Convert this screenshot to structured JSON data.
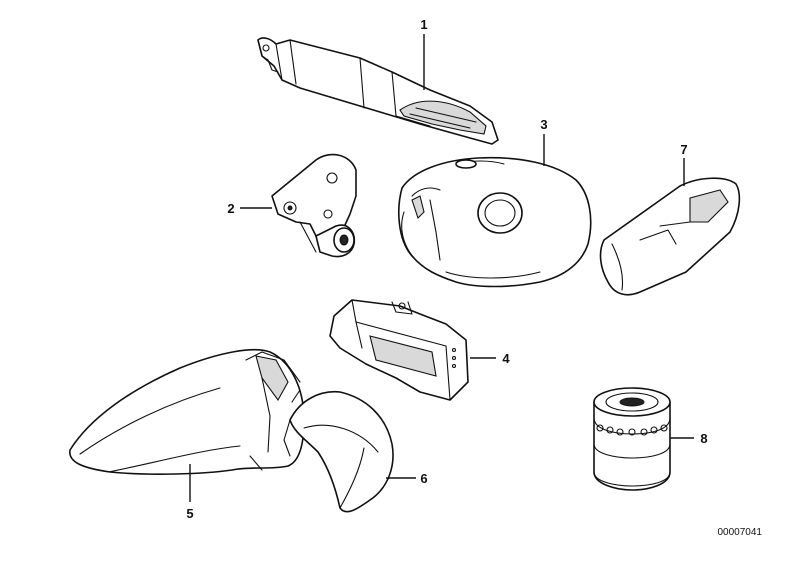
{
  "diagram": {
    "reference_number": "00007041",
    "parts": [
      {
        "id": "part-1",
        "callout": "1"
      },
      {
        "id": "part-2",
        "callout": "2"
      },
      {
        "id": "part-3",
        "callout": "3"
      },
      {
        "id": "part-4",
        "callout": "4"
      },
      {
        "id": "part-5",
        "callout": "5"
      },
      {
        "id": "part-6",
        "callout": "6"
      },
      {
        "id": "part-7",
        "callout": "7"
      },
      {
        "id": "part-8",
        "callout": "8"
      }
    ]
  }
}
